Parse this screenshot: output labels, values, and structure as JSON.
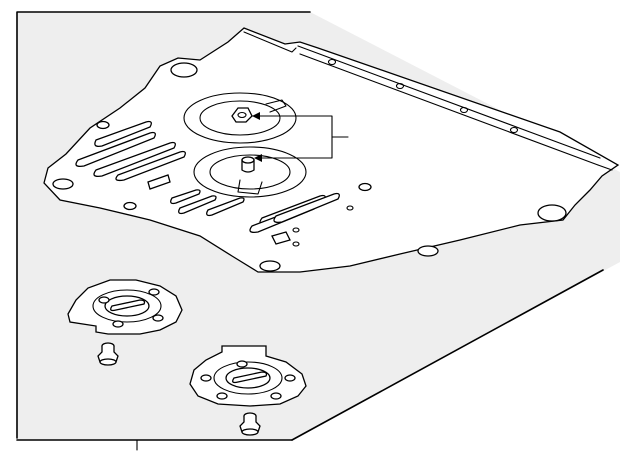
{
  "diagram": {
    "background_color": "#eeeeee",
    "line_color": "#000000",
    "parts": [
      "skid-plate",
      "mounting-bracket-left",
      "mounting-bracket-right",
      "push-clip-left",
      "push-clip-right",
      "callout-leader"
    ]
  }
}
